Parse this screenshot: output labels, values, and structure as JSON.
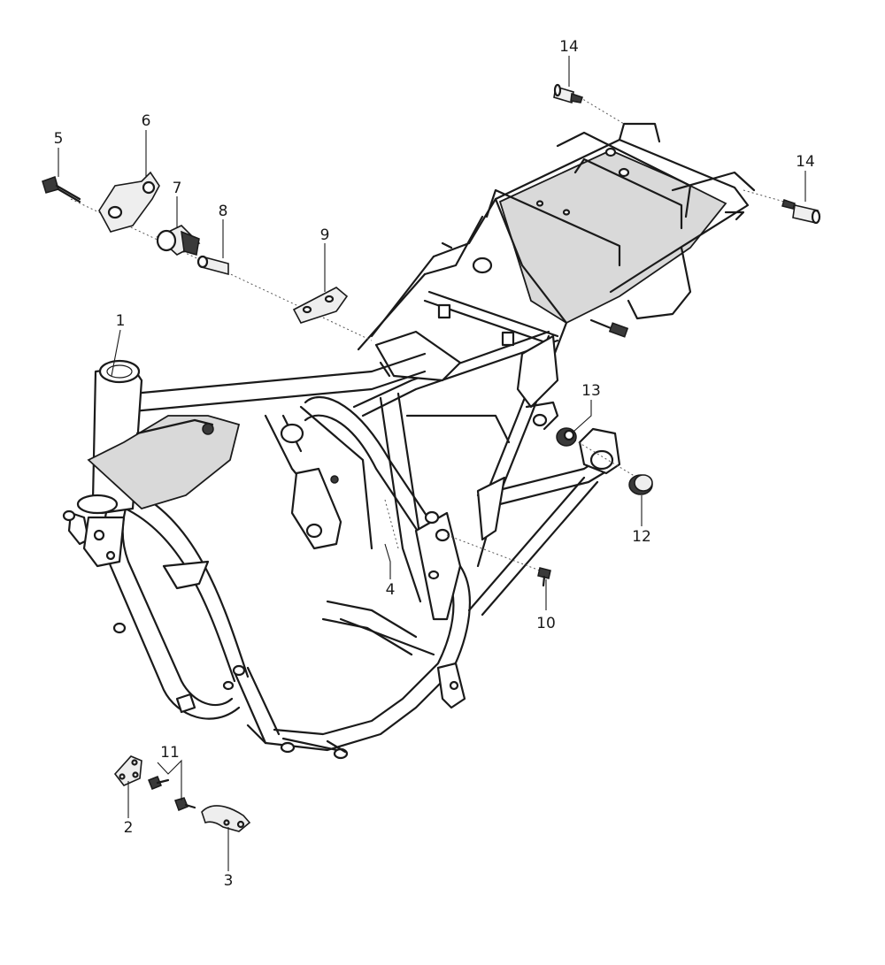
{
  "callouts": {
    "c1": "1",
    "c2": "2",
    "c3": "3",
    "c4": "4",
    "c5": "5",
    "c6": "6",
    "c7": "7",
    "c8": "8",
    "c9": "9",
    "c10": "10",
    "c11": "11",
    "c12": "12",
    "c13": "13",
    "c14a": "14",
    "c14b": "14"
  }
}
